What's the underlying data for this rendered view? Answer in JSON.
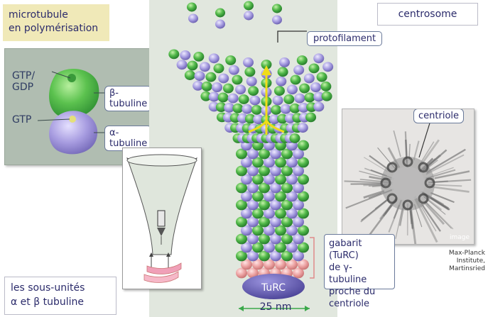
{
  "title": {
    "line1": "microtubule",
    "line2": "en polymérisation"
  },
  "centrosome_label": "centrosome",
  "left_panel": {
    "gtp_gdp_line1": "GTP/",
    "gtp_gdp_line2": "GDP",
    "gtp": "GTP",
    "beta": "β-tubuline",
    "alpha": "α-tubuline"
  },
  "protofilament_label": "protofilament",
  "centriole_label": "centriole",
  "photo_tag": "image",
  "credit": {
    "line1": "Max-Planck",
    "line2": "Institute,",
    "line3": "Martinsried"
  },
  "gabarit": {
    "line1": "gabarit (TuRC)",
    "line2": "de γ-tubuline",
    "line3": "proche du",
    "line4": "centriole"
  },
  "turc_label": "TuRC",
  "measure": "25 nm",
  "subunits": {
    "line1": "les sous-unités",
    "line2": "α et β tubuline"
  },
  "colors": {
    "beta_green": "#4cb84a",
    "alpha_purple": "#9a8fd0",
    "gamma_pink": "#e8a0a0",
    "turc": "#6c64b8",
    "arrow_yellow": "#f3e020"
  }
}
